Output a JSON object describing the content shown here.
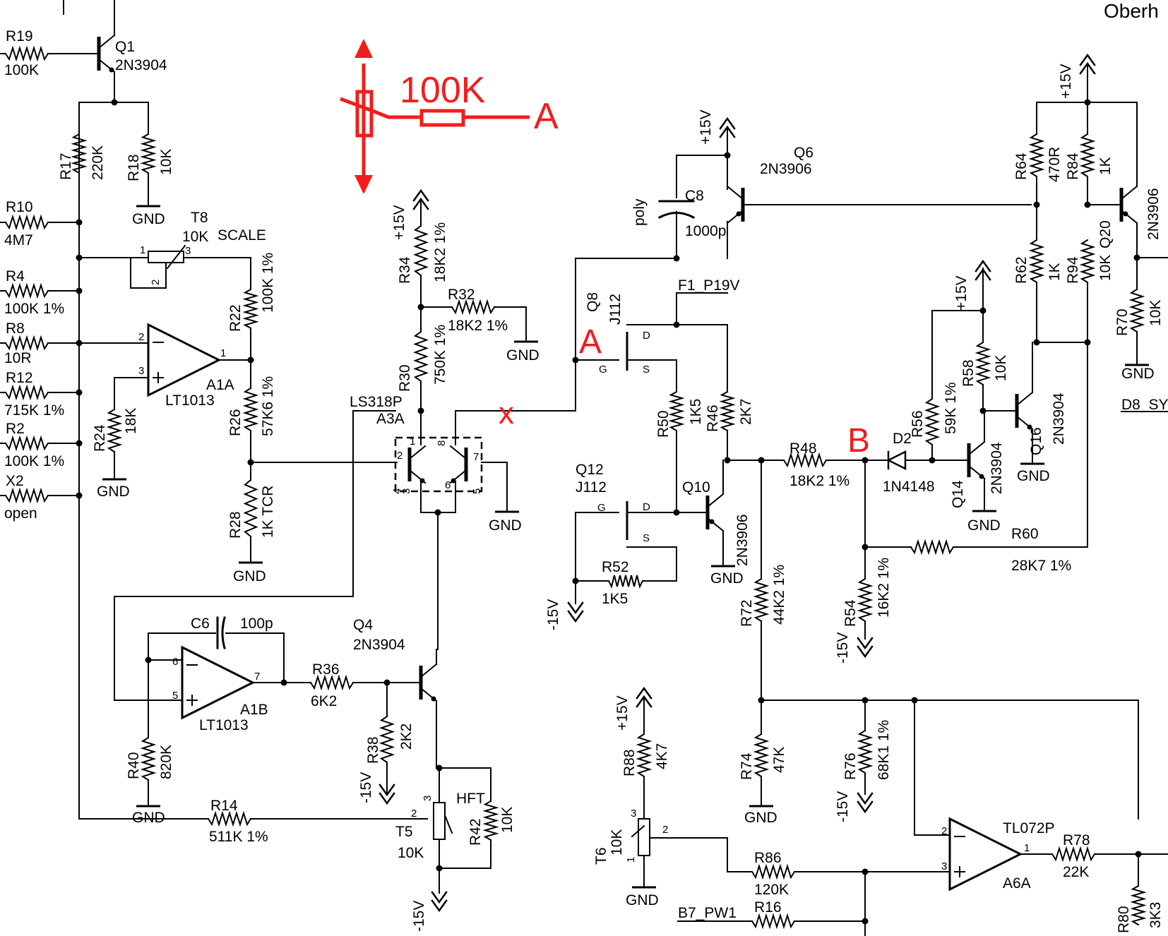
{
  "title": "Oberh",
  "annotations": {
    "overlay_value": "100K",
    "overlay_node": "A",
    "node_a": "A",
    "node_b": "B",
    "cut_mark": "x",
    "color": "#f21d1d"
  },
  "labels": [
    {
      "id": "R19",
      "text": "R19"
    },
    {
      "id": "R19v",
      "text": "100K"
    },
    {
      "id": "Q1",
      "text": "Q1"
    },
    {
      "id": "Q1t",
      "text": "2N3904"
    },
    {
      "id": "R17",
      "text": "R17"
    },
    {
      "id": "R17v",
      "text": "220K"
    },
    {
      "id": "R18",
      "text": "R18"
    },
    {
      "id": "R18v",
      "text": "10K"
    },
    {
      "id": "gnd1",
      "text": "GND"
    },
    {
      "id": "R10",
      "text": "R10"
    },
    {
      "id": "R10v",
      "text": "4M7"
    },
    {
      "id": "T8",
      "text": "T8"
    },
    {
      "id": "T8v",
      "text": "10K"
    },
    {
      "id": "scale",
      "text": "SCALE"
    },
    {
      "id": "t8p1",
      "text": "1"
    },
    {
      "id": "t8p2",
      "text": "2"
    },
    {
      "id": "t8p3",
      "text": "3"
    },
    {
      "id": "R4",
      "text": "R4"
    },
    {
      "id": "R4v",
      "text": "100K 1%"
    },
    {
      "id": "R22",
      "text": "R22"
    },
    {
      "id": "R22v",
      "text": "100K 1%"
    },
    {
      "id": "R8",
      "text": "R8"
    },
    {
      "id": "R8v",
      "text": "10R"
    },
    {
      "id": "a1a2",
      "text": "2"
    },
    {
      "id": "a1a3",
      "text": "3"
    },
    {
      "id": "a1a1",
      "text": "1"
    },
    {
      "id": "A1A",
      "text": "A1A"
    },
    {
      "id": "LT1013a",
      "text": "LT1013"
    },
    {
      "id": "R12",
      "text": "R12"
    },
    {
      "id": "R12v",
      "text": "715K 1%"
    },
    {
      "id": "R24",
      "text": "R24"
    },
    {
      "id": "R24v",
      "text": "18K"
    },
    {
      "id": "R26",
      "text": "R26"
    },
    {
      "id": "R26v",
      "text": "57K6 1%"
    },
    {
      "id": "R2",
      "text": "R2"
    },
    {
      "id": "R2v",
      "text": "100K 1%"
    },
    {
      "id": "X2",
      "text": "X2"
    },
    {
      "id": "X2v",
      "text": "open"
    },
    {
      "id": "gnd2",
      "text": "GND"
    },
    {
      "id": "R28",
      "text": "R28"
    },
    {
      "id": "R28v",
      "text": "1K TCR"
    },
    {
      "id": "gnd3",
      "text": "GND"
    },
    {
      "id": "p15a",
      "text": "+15V"
    },
    {
      "id": "R34",
      "text": "R34"
    },
    {
      "id": "R34v",
      "text": "18K2 1%"
    },
    {
      "id": "R32",
      "text": "R32"
    },
    {
      "id": "R32v",
      "text": "18K2 1%"
    },
    {
      "id": "gnd4",
      "text": "GND"
    },
    {
      "id": "R30",
      "text": "R30"
    },
    {
      "id": "R30v",
      "text": "750K 1%"
    },
    {
      "id": "LS318P",
      "text": "LS318P"
    },
    {
      "id": "A3A",
      "text": "A3A"
    },
    {
      "id": "a3p1",
      "text": "1"
    },
    {
      "id": "a3p8",
      "text": "8"
    },
    {
      "id": "a3p2",
      "text": "2"
    },
    {
      "id": "a3p7",
      "text": "7"
    },
    {
      "id": "a3p4",
      "text": "4"
    },
    {
      "id": "a3p3",
      "text": "3"
    },
    {
      "id": "a3p6",
      "text": "6"
    },
    {
      "id": "a3p5",
      "text": "5"
    },
    {
      "id": "gnd5",
      "text": "GND"
    },
    {
      "id": "C6",
      "text": "C6"
    },
    {
      "id": "C6v",
      "text": "100p"
    },
    {
      "id": "Q4",
      "text": "Q4"
    },
    {
      "id": "Q4t",
      "text": "2N3904"
    },
    {
      "id": "a1b6",
      "text": "6"
    },
    {
      "id": "a1b5",
      "text": "5"
    },
    {
      "id": "a1b7",
      "text": "7"
    },
    {
      "id": "A1B",
      "text": "A1B"
    },
    {
      "id": "LT1013b",
      "text": "LT1013"
    },
    {
      "id": "R36",
      "text": "R36"
    },
    {
      "id": "R36v",
      "text": "6K2"
    },
    {
      "id": "R38",
      "text": "R38"
    },
    {
      "id": "R38v",
      "text": "2K2"
    },
    {
      "id": "m15a",
      "text": "-15V"
    },
    {
      "id": "R40",
      "text": "R40"
    },
    {
      "id": "R40v",
      "text": "820K"
    },
    {
      "id": "gnd6",
      "text": "GND"
    },
    {
      "id": "R14",
      "text": "R14"
    },
    {
      "id": "R14v",
      "text": "511K 1%"
    },
    {
      "id": "t5p2",
      "text": "2"
    },
    {
      "id": "t5p3",
      "text": "3"
    },
    {
      "id": "HFT",
      "text": "HFT"
    },
    {
      "id": "T5",
      "text": "T5"
    },
    {
      "id": "T5v",
      "text": "10K"
    },
    {
      "id": "R42",
      "text": "R42"
    },
    {
      "id": "R42v",
      "text": "10K"
    },
    {
      "id": "m15b",
      "text": "-15V"
    },
    {
      "id": "p15b",
      "text": "+15V"
    },
    {
      "id": "Q6",
      "text": "Q6"
    },
    {
      "id": "Q6t",
      "text": "2N3906"
    },
    {
      "id": "poly",
      "text": "poly"
    },
    {
      "id": "C8",
      "text": "C8"
    },
    {
      "id": "C8v",
      "text": "1000p"
    },
    {
      "id": "F1",
      "text": "F1_P19V"
    },
    {
      "id": "Q8",
      "text": "Q8"
    },
    {
      "id": "Q8t",
      "text": "J112"
    },
    {
      "id": "q8d",
      "text": "D"
    },
    {
      "id": "q8g",
      "text": "G"
    },
    {
      "id": "q8s",
      "text": "S"
    },
    {
      "id": "R50",
      "text": "R50"
    },
    {
      "id": "R50v",
      "text": "1K5"
    },
    {
      "id": "R46",
      "text": "R46"
    },
    {
      "id": "R46v",
      "text": "2K7"
    },
    {
      "id": "Q12",
      "text": "Q12"
    },
    {
      "id": "Q12t",
      "text": "J112"
    },
    {
      "id": "q12g",
      "text": "G"
    },
    {
      "id": "q12d",
      "text": "D"
    },
    {
      "id": "q12s",
      "text": "S"
    },
    {
      "id": "Q10",
      "text": "Q10"
    },
    {
      "id": "Q10t",
      "text": "2N3906"
    },
    {
      "id": "gnd7",
      "text": "GND"
    },
    {
      "id": "R52",
      "text": "R52"
    },
    {
      "id": "R52v",
      "text": "1K5"
    },
    {
      "id": "m15c",
      "text": "-15V"
    },
    {
      "id": "R48",
      "text": "R48"
    },
    {
      "id": "R48v",
      "text": "18K2 1%"
    },
    {
      "id": "D2",
      "text": "D2"
    },
    {
      "id": "D2t",
      "text": "1N4148"
    },
    {
      "id": "p15c",
      "text": "+15V"
    },
    {
      "id": "R56",
      "text": "R56"
    },
    {
      "id": "R56v",
      "text": "59K 1%"
    },
    {
      "id": "R58",
      "text": "R58"
    },
    {
      "id": "R58v",
      "text": "10K"
    },
    {
      "id": "Q14",
      "text": "Q14"
    },
    {
      "id": "Q14t",
      "text": "2N3904"
    },
    {
      "id": "gnd8",
      "text": "GND"
    },
    {
      "id": "Q16",
      "text": "Q16"
    },
    {
      "id": "Q16t",
      "text": "2N3904"
    },
    {
      "id": "gnd9",
      "text": "GND"
    },
    {
      "id": "R60",
      "text": "R60"
    },
    {
      "id": "R60v",
      "text": "28K7 1%"
    },
    {
      "id": "R54",
      "text": "R54"
    },
    {
      "id": "R54v",
      "text": "16K2 1%"
    },
    {
      "id": "m15d",
      "text": "-15V"
    },
    {
      "id": "R72",
      "text": "R72"
    },
    {
      "id": "R72v",
      "text": "44K2 1%"
    },
    {
      "id": "p15d",
      "text": "+15V"
    },
    {
      "id": "R64",
      "text": "R64"
    },
    {
      "id": "R64v",
      "text": "470R"
    },
    {
      "id": "R84",
      "text": "R84"
    },
    {
      "id": "R84v",
      "text": "1K"
    },
    {
      "id": "Q20",
      "text": "Q20"
    },
    {
      "id": "Q20t",
      "text": "2N3906"
    },
    {
      "id": "R62",
      "text": "R62"
    },
    {
      "id": "R62v",
      "text": "1K"
    },
    {
      "id": "R94",
      "text": "R94"
    },
    {
      "id": "R94v",
      "text": "10K"
    },
    {
      "id": "R70",
      "text": "R70"
    },
    {
      "id": "R70v",
      "text": "10K"
    },
    {
      "id": "gnd10",
      "text": "GND"
    },
    {
      "id": "D8",
      "text": "D8_SY"
    },
    {
      "id": "p15e",
      "text": "+15V"
    },
    {
      "id": "R88",
      "text": "R88"
    },
    {
      "id": "R88v",
      "text": "4K7"
    },
    {
      "id": "t6p3",
      "text": "3"
    },
    {
      "id": "t6p2",
      "text": "2"
    },
    {
      "id": "t6p1",
      "text": "1"
    },
    {
      "id": "T6",
      "text": "T6"
    },
    {
      "id": "T6v",
      "text": "10K"
    },
    {
      "id": "gnd11",
      "text": "GND"
    },
    {
      "id": "R74",
      "text": "R74"
    },
    {
      "id": "R74v",
      "text": "47K"
    },
    {
      "id": "gnd12",
      "text": "GND"
    },
    {
      "id": "R76",
      "text": "R76"
    },
    {
      "id": "R76v",
      "text": "68K1 1%"
    },
    {
      "id": "m15e",
      "text": "-15V"
    },
    {
      "id": "R86",
      "text": "R86"
    },
    {
      "id": "R86v",
      "text": "120K"
    },
    {
      "id": "B7",
      "text": "B7_PW1"
    },
    {
      "id": "R16",
      "text": "R16"
    },
    {
      "id": "a6a2",
      "text": "2"
    },
    {
      "id": "a6a3",
      "text": "3"
    },
    {
      "id": "a6a1",
      "text": "1"
    },
    {
      "id": "TL072P",
      "text": "TL072P"
    },
    {
      "id": "A6A",
      "text": "A6A"
    },
    {
      "id": "R78",
      "text": "R78"
    },
    {
      "id": "R78v",
      "text": "22K"
    },
    {
      "id": "R80",
      "text": "R80"
    },
    {
      "id": "R80v",
      "text": "3K3"
    }
  ]
}
